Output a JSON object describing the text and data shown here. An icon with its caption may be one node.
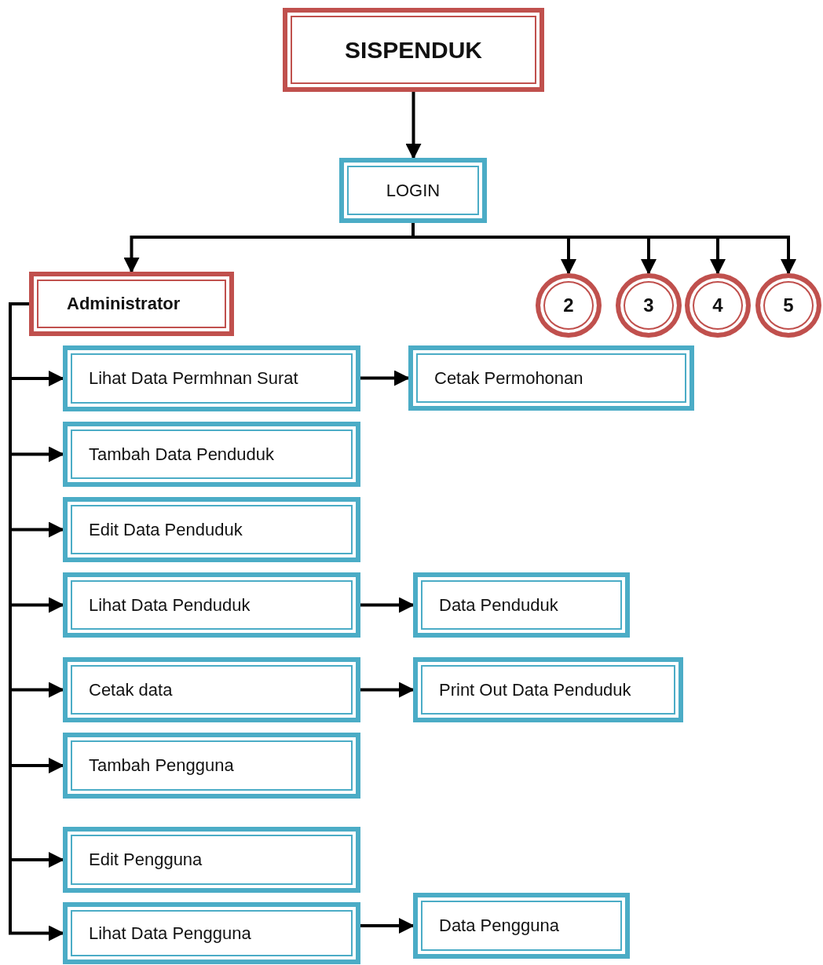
{
  "diagram": {
    "nodes": [
      {
        "text": [
          "SISPENDUK"
        ]
      },
      {
        "text": [
          "LOGIN"
        ]
      },
      {
        "text": [
          "Administrator"
        ]
      },
      {
        "text": [
          "2"
        ]
      },
      {
        "text": [
          "3"
        ]
      },
      {
        "text": [
          "4"
        ]
      },
      {
        "text": [
          "5"
        ]
      },
      {
        "text": [
          "Lihat Data Permhnan Surat"
        ]
      },
      {
        "text": [
          "Cetak Permohonan"
        ]
      },
      {
        "text": [
          "Tambah Data Penduduk"
        ]
      },
      {
        "text": [
          "Edit Data Penduduk"
        ]
      },
      {
        "text": [
          "Lihat Data Penduduk"
        ]
      },
      {
        "text": [
          "Data Penduduk"
        ]
      },
      {
        "text": [
          "Cetak data"
        ]
      },
      {
        "text": [
          "Print Out Data Penduduk"
        ]
      },
      {
        "text": [
          "Tambah Pengguna"
        ]
      },
      {
        "text": [
          "Edit Pengguna"
        ]
      },
      {
        "text": [
          "Lihat Data Pengguna"
        ]
      },
      {
        "text": [
          "Data Pengguna"
        ]
      }
    ],
    "edges": [
      {
        "from": 0,
        "to": 1,
        "arrow": "to"
      },
      {
        "from": 1,
        "to": 2,
        "arrow": "to"
      },
      {
        "from": 1,
        "to": 3,
        "arrow": "to"
      },
      {
        "from": 1,
        "to": 4,
        "arrow": "to"
      },
      {
        "from": 1,
        "to": 5,
        "arrow": "to"
      },
      {
        "from": 1,
        "to": 6,
        "arrow": "to"
      },
      {
        "from": 2,
        "to": 7,
        "arrow": "to"
      },
      {
        "from": 2,
        "to": 9,
        "arrow": "to"
      },
      {
        "from": 2,
        "to": 10,
        "arrow": "to"
      },
      {
        "from": 2,
        "to": 11,
        "arrow": "to"
      },
      {
        "from": 2,
        "to": 13,
        "arrow": "to"
      },
      {
        "from": 2,
        "to": 15,
        "arrow": "to"
      },
      {
        "from": 2,
        "to": 16,
        "arrow": "to"
      },
      {
        "from": 2,
        "to": 17,
        "arrow": "to"
      },
      {
        "from": 7,
        "to": 8,
        "arrow": "to"
      },
      {
        "from": 11,
        "to": 12,
        "arrow": "to"
      },
      {
        "from": 13,
        "to": 14,
        "arrow": "to"
      },
      {
        "from": 17,
        "to": 18,
        "arrow": "to"
      }
    ]
  }
}
